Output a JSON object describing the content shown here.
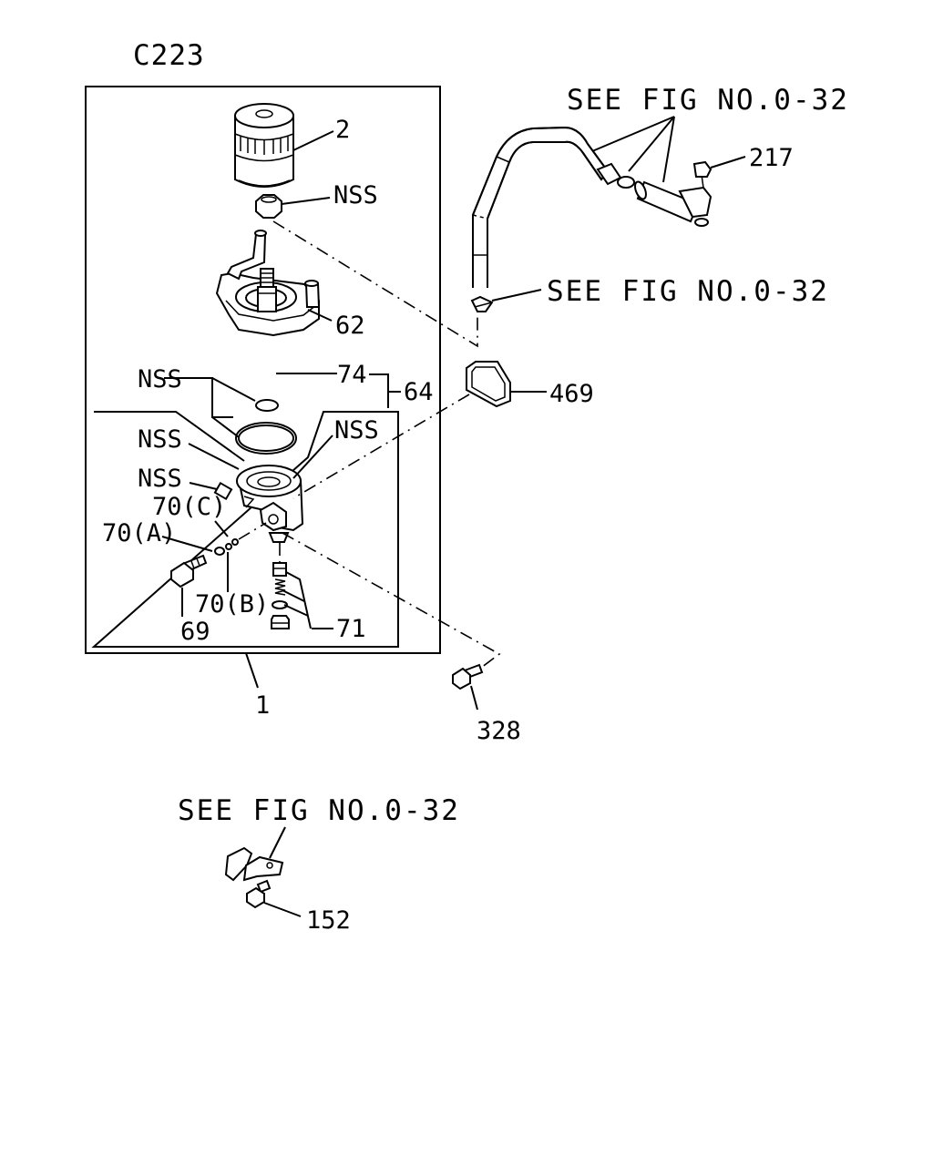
{
  "diagram": {
    "figure_code": "C223",
    "labels": {
      "p2": "2",
      "nss_nut": "NSS",
      "p62": "62",
      "p74": "74",
      "p64": "64",
      "nss_oring_small": "NSS",
      "nss_oring_large": "NSS",
      "nss_gasket": "NSS",
      "nss_plug": "NSS",
      "p70c": "70(C)",
      "p70a": "70(A)",
      "p70b": "70(B)",
      "p69": "69",
      "p71": "71",
      "p1": "1",
      "p469": "469",
      "p217": "217",
      "p328": "328",
      "p152": "152"
    },
    "references": {
      "top": "SEE FIG NO.0-32",
      "middle": "SEE FIG NO.0-32",
      "bottom": "SEE FIG NO.0-32"
    }
  }
}
